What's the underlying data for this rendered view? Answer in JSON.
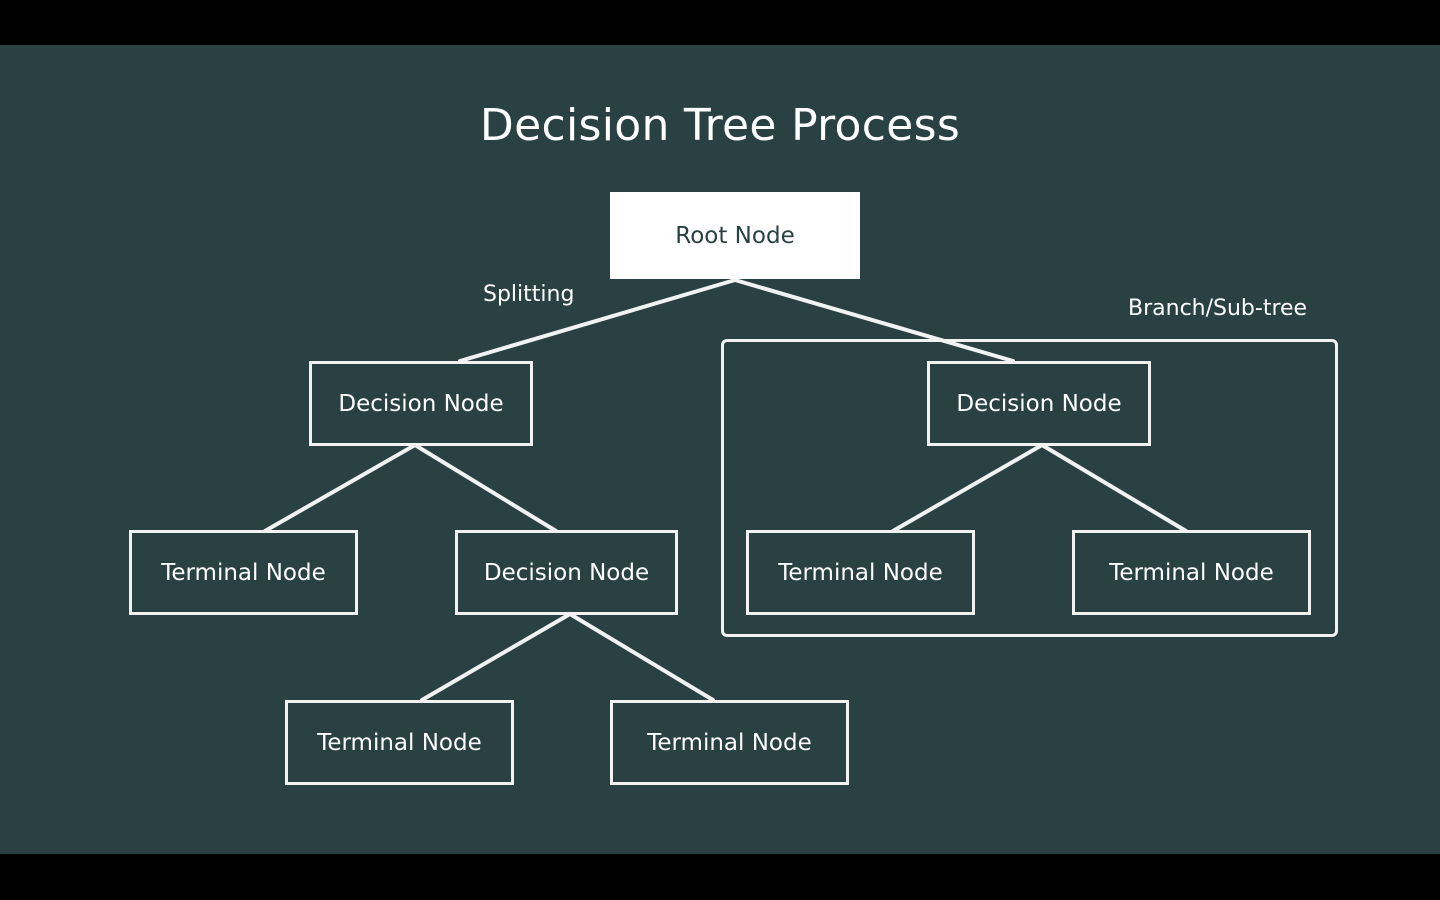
{
  "title": "Decision Tree Process",
  "labels": {
    "splitting": "Splitting",
    "branch": "Branch/Sub-tree"
  },
  "nodes": {
    "root": "Root Node",
    "decision_left": "Decision Node",
    "decision_right": "Decision Node",
    "terminal_left": "Terminal Node",
    "decision_middle": "Decision Node",
    "terminal_right_1": "Terminal Node",
    "terminal_right_2": "Terminal Node",
    "terminal_bottom_1": "Terminal Node",
    "terminal_bottom_2": "Terminal Node"
  },
  "colors": {
    "background": "#2a4144",
    "foreground": "#ffffff"
  }
}
